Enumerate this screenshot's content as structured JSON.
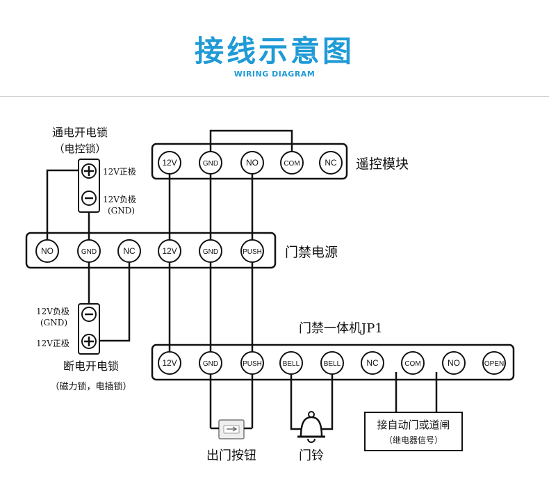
{
  "header": {
    "title": "接线示意图",
    "subtitle": "WIRING DIAGRAM"
  },
  "remote_module": {
    "label": "遥控模块",
    "terminals": [
      "12V",
      "GND",
      "NO",
      "COM",
      "NC"
    ]
  },
  "access_power": {
    "label": "门禁电源",
    "terminals": [
      "NO",
      "GND",
      "NC",
      "12V",
      "GND",
      "PUSH"
    ]
  },
  "jp1": {
    "label": "门禁一体机JP1",
    "terminals": [
      "12V",
      "GND",
      "PUSH",
      "BELL",
      "BELL",
      "NC",
      "COM",
      "NO",
      "OPEN"
    ]
  },
  "lock_top": {
    "title1": "通电开电锁",
    "title2": "（电控锁）",
    "pos_label": "12V正极",
    "neg_label1": "12V负极",
    "neg_label2": "(GND)"
  },
  "lock_bottom": {
    "neg_label1": "12V负极",
    "neg_label2": "(GND)",
    "pos_label": "12V正极",
    "title1": "断电开电锁",
    "title2": "（磁力锁，电插锁）"
  },
  "exit_button": {
    "label": "出门按钮"
  },
  "doorbell": {
    "label": "门铃"
  },
  "auto_door": {
    "label1": "接自动门或道闸",
    "label2": "（继电器信号）"
  },
  "symbols": {
    "plus": "+",
    "minus": "−"
  }
}
